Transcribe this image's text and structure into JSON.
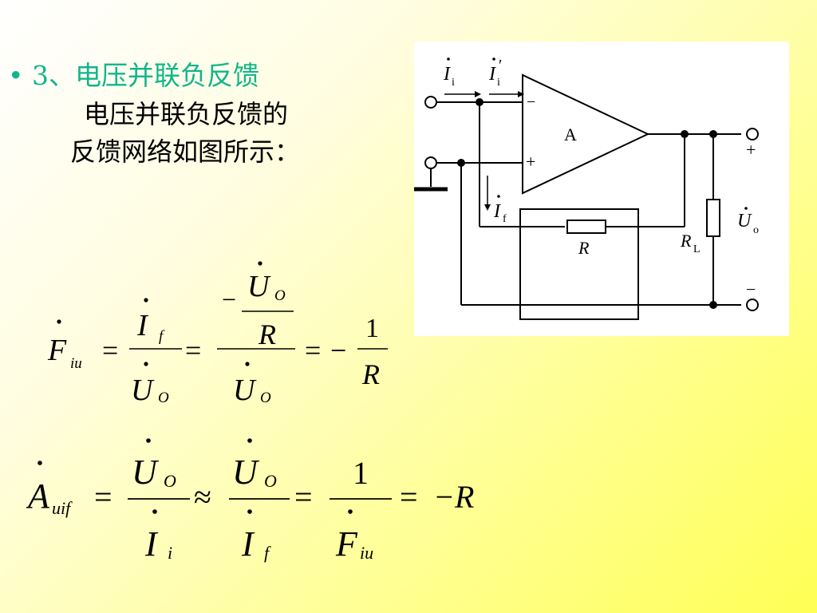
{
  "bullet": {
    "symbol": "•",
    "title": "3、电压并联负反馈"
  },
  "description": {
    "line1": "电压并联负反馈的",
    "line2": "反馈网络如图所示："
  },
  "circuit": {
    "input_current": "I",
    "input_current_sub": "i",
    "input_current_prime": "I",
    "input_current_prime_sub": "i",
    "prime_mark": "′",
    "feedback_current": "I",
    "feedback_current_sub": "f",
    "inverting_sign": "−",
    "noninverting_sign": "+",
    "amp_label": "A",
    "resistor_label": "R",
    "load_label": "R",
    "load_sub": "L",
    "output_voltage": "U",
    "output_voltage_sub": "o",
    "output_plus": "+",
    "output_minus": "−"
  },
  "formula1": {
    "lhs": "F",
    "lhs_sub": "iu",
    "eq": "=",
    "frac1_num": "I",
    "frac1_num_sub": "f",
    "frac1_den": "U",
    "frac1_den_sub": "O",
    "minus": "−",
    "inner_num": "U",
    "inner_num_sub": "O",
    "inner_den": "R",
    "frac2_den": "U",
    "frac2_den_sub": "O",
    "frac3_num": "1",
    "frac3_den": "R"
  },
  "formula2": {
    "lhs": "A",
    "lhs_sub": "uif",
    "eq": "=",
    "approx": "≈",
    "frac1_num": "U",
    "frac1_num_sub": "O",
    "frac1_den": "I",
    "frac1_den_sub": "i",
    "frac2_num": "U",
    "frac2_num_sub": "O",
    "frac2_den": "I",
    "frac2_den_sub": "f",
    "frac3_num": "1",
    "frac3_den": "F",
    "frac3_den_sub": "iu",
    "result": "−R"
  }
}
